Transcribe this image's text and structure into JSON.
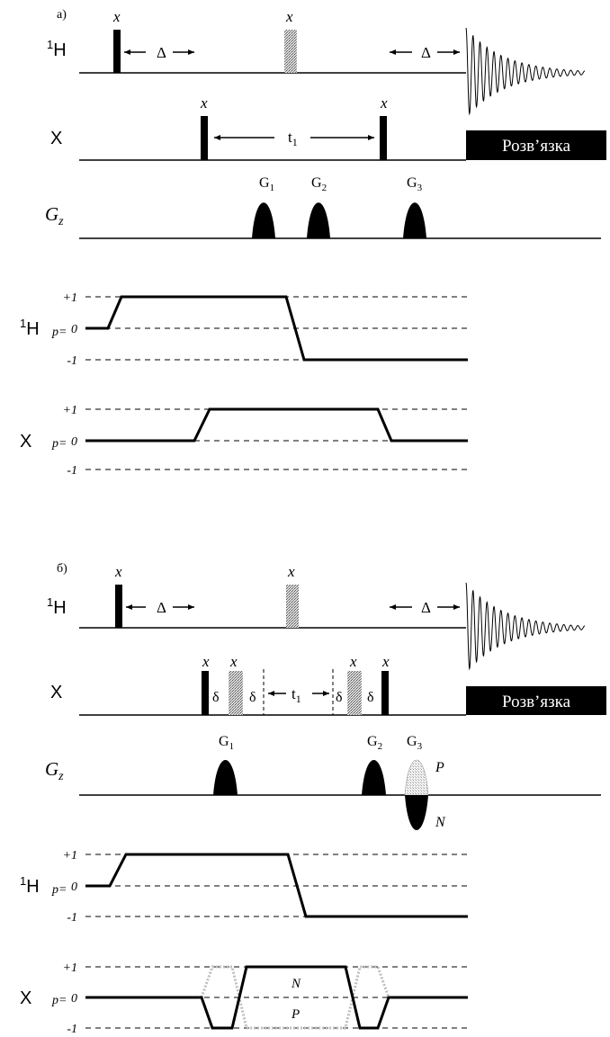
{
  "panel_a": {
    "label": "а)",
    "channel_h": "1H",
    "channel_x": "X",
    "channel_g": "Gz",
    "phase_x": "x",
    "delta": "Δ",
    "t1": "t1",
    "decoupling": "Розв’язка",
    "gradients": [
      "G1",
      "G2",
      "G3"
    ],
    "pathway_h_label": "1H",
    "pathway_x_label": "X",
    "p_label": "p=",
    "levels": [
      "+1",
      "0",
      "-1"
    ]
  },
  "panel_b": {
    "label": "б)",
    "channel_h": "1H",
    "channel_x": "X",
    "channel_g": "Gz",
    "phase_x": "x",
    "delta": "Δ",
    "small_delta": "δ",
    "t1": "t1",
    "decoupling": "Розв’язка",
    "gradients": [
      "G1",
      "G2",
      "G3"
    ],
    "gradient_pos": "P",
    "gradient_neg": "N",
    "pathway_h_label": "1H",
    "pathway_x_label": "X",
    "p_label": "p=",
    "levels": [
      "+1",
      "0",
      "-1"
    ],
    "pathway_n": "N",
    "pathway_p": "P"
  }
}
